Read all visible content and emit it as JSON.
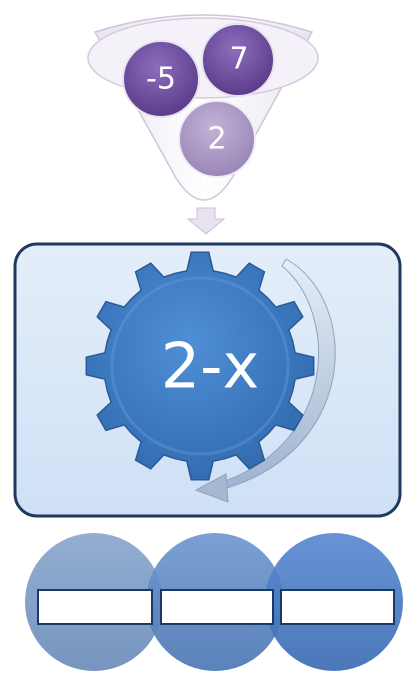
{
  "funnel": {
    "inputs": [
      "-5",
      "7",
      "2"
    ]
  },
  "machine": {
    "formula": "2-x"
  },
  "outputs": {
    "boxes": [
      "",
      "",
      ""
    ]
  },
  "colors": {
    "input_ball_dark": "#6b4a9a",
    "input_ball_light": "#a893c2",
    "machine_panel": "#d6e6f8",
    "machine_border": "#1f3a60",
    "gear": "#3f7fc4",
    "output_circle_1": "#7f9fc6",
    "output_circle_2": "#5f8ac2",
    "output_circle_3": "#4a7cc4"
  }
}
